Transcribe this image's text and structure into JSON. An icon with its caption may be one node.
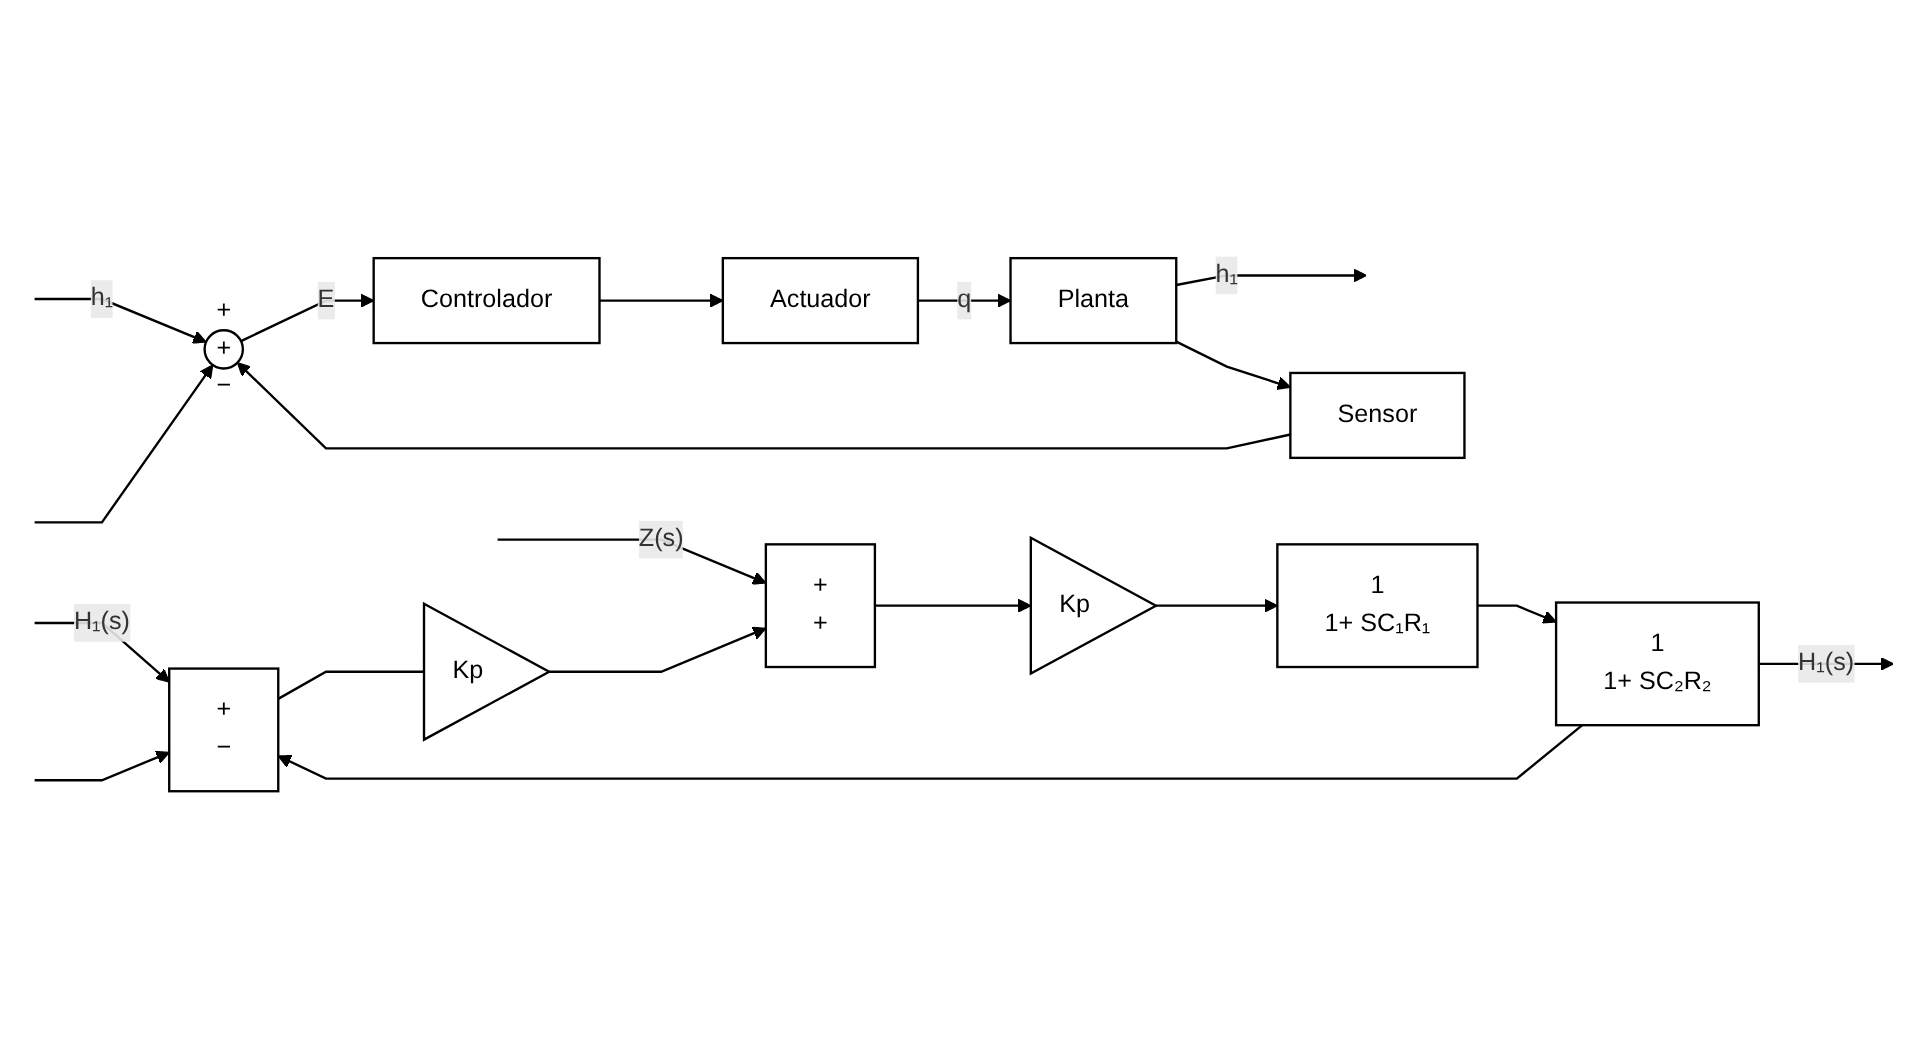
{
  "diagram": {
    "nodes": [
      {
        "text": [
          "+",
          "+",
          "−"
        ]
      },
      {
        "text": [
          "Controlador"
        ]
      },
      {
        "text": [
          "Actuador"
        ]
      },
      {
        "text": [
          "Planta"
        ]
      },
      {
        "text": [
          "Sensor"
        ]
      },
      {
        "text": [
          "+",
          "−"
        ]
      },
      {
        "text": [
          "Kp"
        ]
      },
      {
        "text": [
          "+",
          "+"
        ]
      },
      {
        "text": [
          "Kp"
        ]
      },
      {
        "text": [
          "1",
          "1+ SC₁R₁"
        ]
      },
      {
        "text": [
          "1",
          "1+ SC₂R₂"
        ]
      }
    ],
    "edges": [
      {
        "from": null,
        "to": 0,
        "arrow": "to",
        "label": "h₁"
      },
      {
        "from": null,
        "to": 0,
        "arrow": "to"
      },
      {
        "from": 0,
        "to": 1,
        "arrow": "to",
        "label": "E"
      },
      {
        "from": 1,
        "to": 2,
        "arrow": "to"
      },
      {
        "from": 2,
        "to": 3,
        "arrow": "to",
        "label": "q"
      },
      {
        "from": 3,
        "to": null,
        "arrow": "to",
        "label": "h₁"
      },
      {
        "from": 3,
        "to": 4,
        "arrow": "to"
      },
      {
        "from": 4,
        "to": 0,
        "arrow": "to"
      },
      {
        "from": null,
        "to": 5,
        "arrow": "to",
        "label": "H₁(s)"
      },
      {
        "from": null,
        "to": 5,
        "arrow": "to"
      },
      {
        "from": 5,
        "to": 6,
        "arrow": "none"
      },
      {
        "from": 6,
        "to": 7,
        "arrow": "to"
      },
      {
        "from": null,
        "to": 7,
        "arrow": "to",
        "label": "Z(s)"
      },
      {
        "from": 7,
        "to": 8,
        "arrow": "to"
      },
      {
        "from": 8,
        "to": 9,
        "arrow": "to"
      },
      {
        "from": 9,
        "to": 10,
        "arrow": "to"
      },
      {
        "from": 10,
        "to": null,
        "arrow": "to",
        "label": "H₁(s)"
      },
      {
        "from": 10,
        "to": 5,
        "arrow": "to"
      }
    ]
  }
}
